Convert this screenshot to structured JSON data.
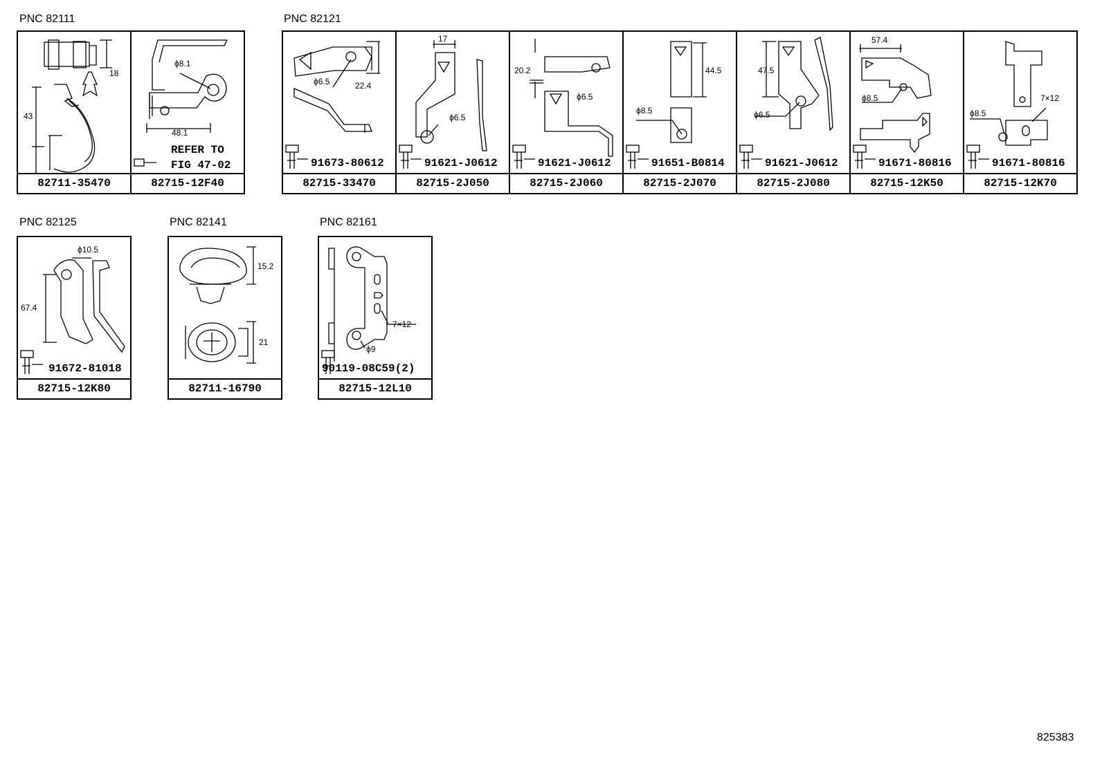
{
  "groups": {
    "g1": {
      "label": "PNC 82111"
    },
    "g2": {
      "label": "PNC 82121"
    },
    "g3": {
      "label": "PNC 82125"
    },
    "g4": {
      "label": "PNC 82141"
    },
    "g5": {
      "label": "PNC 82161"
    }
  },
  "cells": {
    "c1": {
      "part": "82711-35470",
      "dims": [
        "18",
        "43"
      ]
    },
    "c2": {
      "part": "82715-12F40",
      "dims": [
        "ϕ8.1",
        "48.1"
      ],
      "refer": [
        "REFER TO",
        "FIG 47-02"
      ]
    },
    "c3": {
      "part": "82715-33470",
      "dims": [
        "ϕ6.5",
        "22.4"
      ],
      "bolt": "91673-80612"
    },
    "c4": {
      "part": "82715-2J050",
      "dims": [
        "17",
        "ϕ6.5"
      ],
      "bolt": "91621-J0612"
    },
    "c5": {
      "part": "82715-2J060",
      "dims": [
        "20.2",
        "ϕ6.5"
      ],
      "bolt": "91621-J0612"
    },
    "c6": {
      "part": "82715-2J070",
      "dims": [
        "44.5",
        "ϕ8.5"
      ],
      "bolt": "91651-B0814"
    },
    "c7": {
      "part": "82715-2J080",
      "dims": [
        "47.5",
        "ϕ6.5"
      ],
      "bolt": "91621-J0612"
    },
    "c8": {
      "part": "82715-12K50",
      "dims": [
        "57.4",
        "ϕ8.5"
      ],
      "bolt": "91671-80816"
    },
    "c9": {
      "part": "82715-12K70",
      "dims": [
        "ϕ8.5",
        "7×12"
      ],
      "bolt": "91671-80816"
    },
    "c10": {
      "part": "82715-12K80",
      "dims": [
        "ϕ10.5",
        "67.4"
      ],
      "bolt": "91672-81018"
    },
    "c11": {
      "part": "82711-16790",
      "dims": [
        "15.2",
        "21"
      ]
    },
    "c12": {
      "part": "82715-12L10",
      "dims": [
        "7×12",
        "ϕ9"
      ],
      "bolt": "90119-08C59(2)"
    }
  },
  "figure_id": "825383"
}
